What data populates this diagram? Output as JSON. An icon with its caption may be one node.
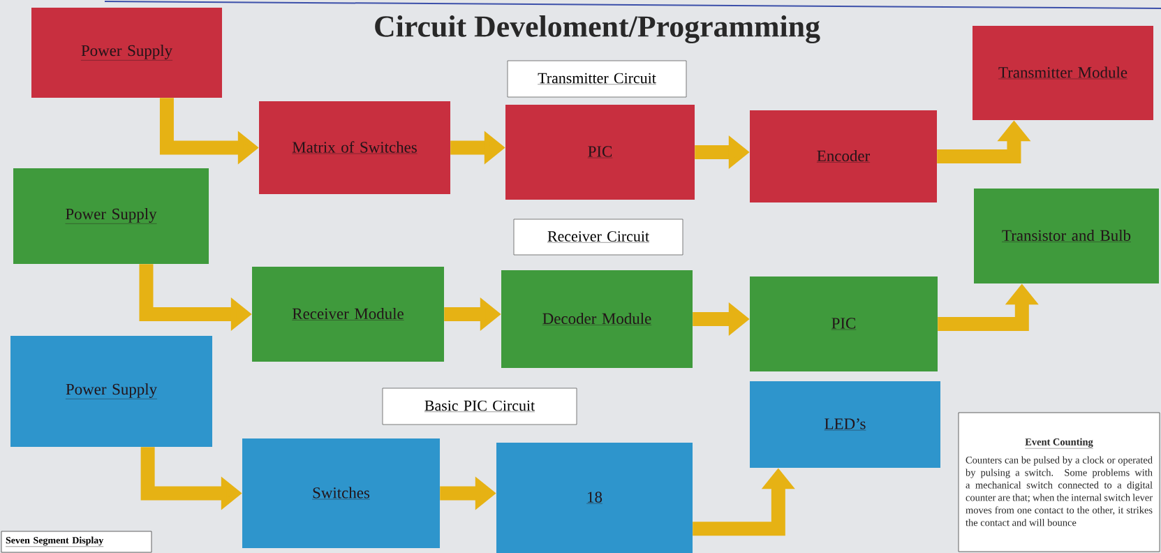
{
  "diagram": {
    "title": "Circuit Develoment/Programming",
    "nodes": [
      {
        "text": [
          "Power Supply"
        ]
      },
      {
        "text": [
          "Matrix of Switches"
        ]
      },
      {
        "text": [
          "PIC"
        ]
      },
      {
        "text": [
          "Encoder"
        ]
      },
      {
        "text": [
          "Transmitter Module"
        ]
      },
      {
        "text": [
          "Power Supply"
        ]
      },
      {
        "text": [
          "Receiver Module"
        ]
      },
      {
        "text": [
          "Decoder Module"
        ]
      },
      {
        "text": [
          "PIC"
        ]
      },
      {
        "text": [
          "Transistor and Bulb"
        ]
      },
      {
        "text": [
          "Power Supply"
        ]
      },
      {
        "text": [
          "Switches"
        ]
      },
      {
        "text": [
          "18"
        ]
      },
      {
        "text": [
          "LED’s"
        ]
      },
      {
        "text": [
          "Transmitter Circuit"
        ]
      },
      {
        "text": [
          "Receiver Circuit"
        ]
      },
      {
        "text": [
          "Basic PIC Circuit"
        ]
      },
      {
        "text": [
          "Event Counting",
          "Counters can be pulsed by a clock or operated by pulsing a switch. Some problems with a mechanical switch connected to a digital counter are that; when the internal switch lever moves from one contact to the other, it strikes the contact and will bounce"
        ]
      },
      {
        "text": [
          "Seven Segment Display"
        ]
      }
    ],
    "edges": [
      {
        "from": 0,
        "to": 1,
        "arrow": "to"
      },
      {
        "from": 1,
        "to": 2,
        "arrow": "to"
      },
      {
        "from": 2,
        "to": 3,
        "arrow": "to"
      },
      {
        "from": 3,
        "to": 4,
        "arrow": "to"
      },
      {
        "from": 5,
        "to": 6,
        "arrow": "to"
      },
      {
        "from": 6,
        "to": 7,
        "arrow": "to"
      },
      {
        "from": 7,
        "to": 8,
        "arrow": "to"
      },
      {
        "from": 8,
        "to": 9,
        "arrow": "to"
      },
      {
        "from": 10,
        "to": 11,
        "arrow": "to"
      },
      {
        "from": 11,
        "to": 12,
        "arrow": "to"
      },
      {
        "from": 12,
        "to": 13,
        "arrow": "to"
      }
    ]
  }
}
